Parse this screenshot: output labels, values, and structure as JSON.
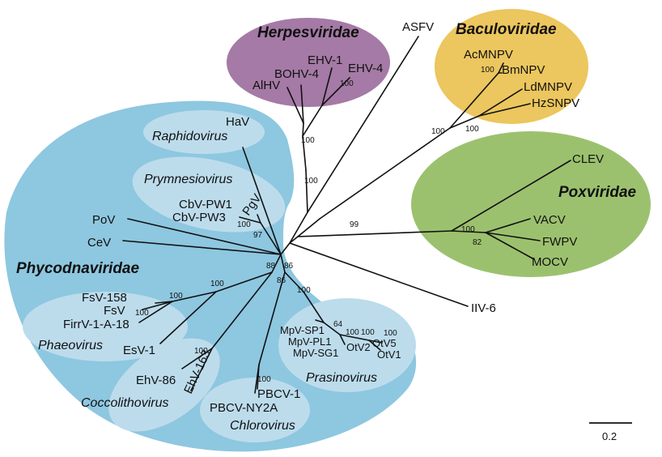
{
  "families": {
    "herpesviridae": "Herpesviridae",
    "baculoviridae": "Baculoviridae",
    "poxviridae": "Poxviridae",
    "phycodnaviridae": "Phycodnaviridae"
  },
  "genera": {
    "raphidovirus": "Raphidovirus",
    "prymnesiovirus": "Prymnesiovirus",
    "phaeovirus": "Phaeovirus",
    "coccolithovirus": "Coccolithovirus",
    "chlorovirus": "Chlorovirus",
    "prasinovirus": "Prasinovirus"
  },
  "taxa": {
    "asfv": "ASFV",
    "ehv1": "EHV-1",
    "ehv4": "EHV-4",
    "bohv4": "BOHV-4",
    "alhv": "AlHV",
    "acmnpv": "AcMNPV",
    "bmnpv": "BmNPV",
    "ldmnpv": "LdMNPV",
    "hzsnpv": "HzSNPV",
    "clev": "CLEV",
    "vacv": "VACV",
    "fwpv": "FWPV",
    "mocv": "MOCV",
    "iiv6": "IIV-6",
    "hav": "HaV",
    "pgv": "PgV",
    "cbvpw1": "CbV-PW1",
    "cbvpw3": "CbV-PW3",
    "pov": "PoV",
    "cev": "CeV",
    "fsv158": "FsV-158",
    "fsv": "FsV",
    "firrv": "FirrV-1-A-18",
    "esv1": "EsV-1",
    "ehv86": "EhV-86",
    "ehv163": "EhV-163",
    "pbcv1": "PBCV-1",
    "pbcvny2a": "PBCV-NY2A",
    "mpvsp1": "MpV-SP1",
    "mpvpl1": "MpV-PL1",
    "mpvsg1": "MpV-SG1",
    "otv2": "OtV2",
    "otv5": "OtV5",
    "otv1": "OtV1"
  },
  "bootstrap": {
    "herpes_a": "100",
    "herpes_b": "100",
    "herpes_c": "100",
    "bacu_a": "100",
    "bacu_b": "100",
    "bacu_c": "100",
    "pox_a": "99",
    "pox_b": "100",
    "pox_c": "82",
    "prym_a": "100",
    "prym_b": "97",
    "phyco_a": "88",
    "phyco_b": "86",
    "phyco_c": "86",
    "phyco_d": "100",
    "phaeo_a": "100",
    "phaeo_b": "100",
    "phaeo_c": "100",
    "cocco": "100",
    "chloro": "100",
    "prasino_a": "64",
    "prasino_b": "100",
    "prasino_c": "100",
    "prasino_d": "100"
  },
  "scale_bar": {
    "label": "0.2"
  },
  "colors": {
    "phycodnaviridae": "#8ec7e0",
    "subgroup": "#bcdcec",
    "herpesviridae": "#a57aa6",
    "baculoviridae": "#ecc65e",
    "poxviridae": "#9cc16e"
  }
}
